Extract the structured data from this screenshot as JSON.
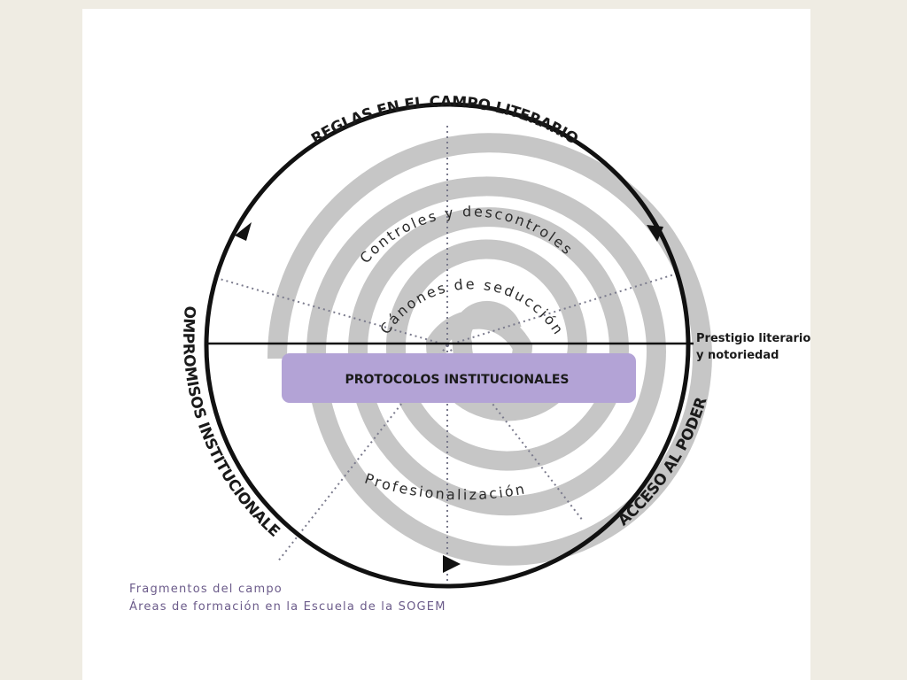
{
  "diagram": {
    "outer_labels": {
      "top": "REGLAS EN EL CAMPO LITERARIO",
      "left": "COMPROMISOS INSTITUCIONALES",
      "right": "ACCESO AL PODER"
    },
    "spiral_labels": {
      "outer": "Controles y descontroles",
      "inner": "Cánones de seducción",
      "bottom": "Profesionalización"
    },
    "side_note": {
      "line1": "Prestigio literario",
      "line2": "y notoriedad"
    },
    "banner": {
      "label": "PROTOCOLOS INSTITUCIONALES",
      "color": "#b3a3d6"
    },
    "legend": {
      "line1": "Fragmentos del campo",
      "line2": "Áreas de formación en la Escuela de la SOGEM"
    },
    "colors": {
      "spiral": "#c6c6c6",
      "circle": "#111111",
      "dotted": "#7a7a8c",
      "legend_text": "#6b5b8a",
      "slide_bg": "#ffffff",
      "page_bg": "#efece3"
    }
  }
}
